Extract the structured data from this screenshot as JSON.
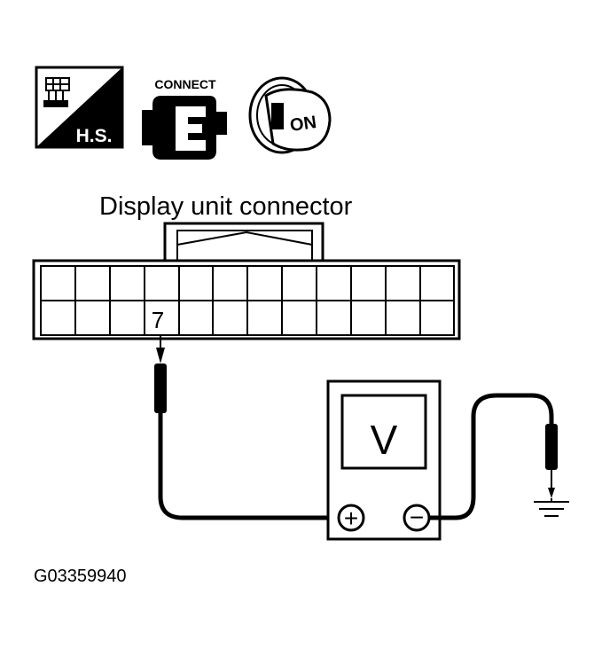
{
  "icons": {
    "harness_sign_text": "H.S.",
    "connect_text": "CONNECT",
    "ignition_text": "ON"
  },
  "connector": {
    "title": "Display unit connector",
    "terminal_label": "7"
  },
  "meter": {
    "display_text": "V",
    "positive_symbol": "+",
    "negative_symbol": "−"
  },
  "figure_id": "G03359940"
}
